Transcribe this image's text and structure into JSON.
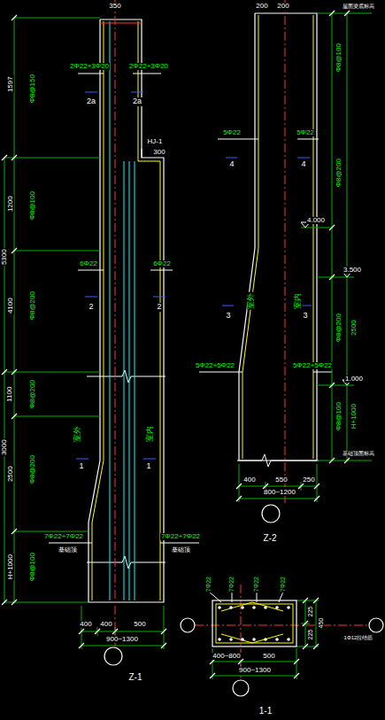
{
  "diagram": {
    "labels": [
      "350",
      "2Φ22+3Φ20",
      "2Φ22+3Φ20",
      "2a",
      "2a",
      "HJ-1",
      "300",
      "6Φ22",
      "6Φ22",
      "2",
      "2",
      "室外",
      "室内",
      "1",
      "1",
      "7Φ22+7Φ22",
      "7Φ22+7Φ22",
      "基础顶",
      "基础顶",
      "400",
      "400",
      "500",
      "900~1300",
      "Z-1",
      "1597",
      "1200",
      "4100",
      "1100",
      "2500",
      "H+1000",
      "5300",
      "3000",
      "Φ8@150",
      "Φ8@100",
      "Φ8@200",
      "Φ8@200",
      "Φ8@200",
      "Φ8@100",
      "200",
      "200",
      "5Φ22",
      "5Φ22",
      "4",
      "4",
      "4.000",
      "3.500",
      "室外",
      "室内",
      "3",
      "3",
      "5Φ22+5Φ22",
      "5Φ22+5Φ22",
      "1.000",
      "400",
      "550",
      "250",
      "800~1200",
      "Z-2",
      "Φ8@100",
      "Φ8@200",
      "Φ8@200",
      "2500",
      "Φ8@100",
      "H+1000",
      "屋面梁底标高",
      "基础顶面标高",
      "7Φ22",
      "7Φ22",
      "7Φ22",
      "7Φ22",
      "225",
      "225",
      "450",
      "400~800",
      "500",
      "900~1300",
      "1-1",
      "1Φ12拉结筋"
    ]
  }
}
